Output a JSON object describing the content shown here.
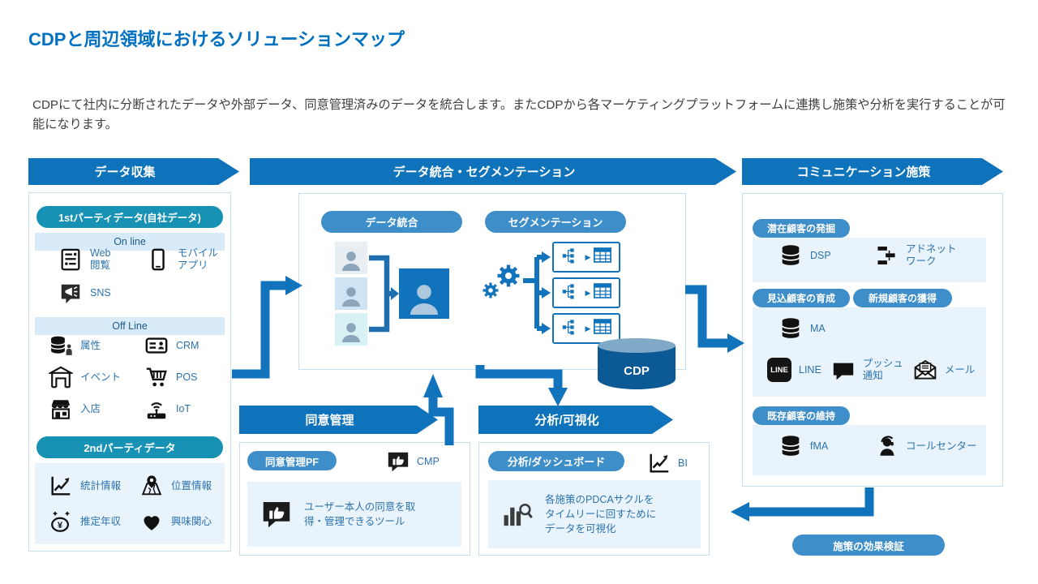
{
  "page": {
    "title": "CDPと周辺領域におけるソリューションマップ",
    "description": "CDPにて社内に分断されたデータや外部データ、同意管理済みのデータを統合します。またCDPから各マーケティングプラットフォームに連携し施策や分析を実行することが可能になります。"
  },
  "colors": {
    "primary_blue": "#0e73ba",
    "pill_blue": "#3e8ec9",
    "teal": "#1791b4",
    "panel_blue": "#e9f3fb",
    "border_blue": "#c8dff1",
    "cdp_body": "#0b5a96",
    "label_text": "#2c73ad",
    "title_text": "#0070c0"
  },
  "collection": {
    "header": "データ収集",
    "first_party_pill": "1stパーティデータ(自社データ)",
    "online": {
      "label": "On line",
      "items": [
        {
          "icon": "web-browse-icon",
          "label": "Web\n閲覧"
        },
        {
          "icon": "mobile-app-icon",
          "label": "モバイル\nアプリ"
        },
        {
          "icon": "sns-icon",
          "label": "SNS"
        }
      ]
    },
    "offline": {
      "label": "Off Line",
      "items": [
        {
          "icon": "attribute-database-icon",
          "label": "属性"
        },
        {
          "icon": "crm-card-icon",
          "label": "CRM"
        },
        {
          "icon": "event-tent-icon",
          "label": "イベント"
        },
        {
          "icon": "pos-cart-icon",
          "label": "POS"
        },
        {
          "icon": "store-visit-icon",
          "label": "入店"
        },
        {
          "icon": "iot-router-icon",
          "label": "IoT"
        }
      ]
    },
    "second_party": {
      "pill": "2ndパーティデータ",
      "items": [
        {
          "icon": "stats-chart-icon",
          "label": "統計情報"
        },
        {
          "icon": "location-pin-icon",
          "label": "位置情報"
        },
        {
          "icon": "income-coin-icon",
          "label": "推定年収"
        },
        {
          "icon": "interest-heart-icon",
          "label": "興味関心"
        }
      ]
    }
  },
  "integration": {
    "header": "データ統合・セグメンテーション",
    "pill_left": "データ統合",
    "pill_right": "セグメンテーション",
    "cdp_label": "CDP"
  },
  "consent": {
    "header": "同意管理",
    "pill": "同意管理PF",
    "tool": {
      "icon": "cmp-bubble-icon",
      "label": "CMP"
    },
    "note": {
      "icon": "cmp-bubble-icon",
      "text": "ユーザー本人の同意を取\n得・管理できるツール"
    }
  },
  "analysis": {
    "header": "分析/可視化",
    "pill": "分析/ダッシュボード",
    "tool": {
      "icon": "bi-chart-icon",
      "label": "BI"
    },
    "note": {
      "icon": "dashboard-search-icon",
      "text": "各施策のPDCAサクルを\nタイムリーに回すために\nデータを可視化"
    }
  },
  "communication": {
    "header": "コミュニケーション施策",
    "discover": {
      "pill": "潜在顧客の発掘",
      "items": [
        {
          "icon": "database-icon",
          "label": "DSP"
        },
        {
          "icon": "ad-network-icon",
          "label": "アドネット\nワーク"
        }
      ]
    },
    "nurture": {
      "pill_left": "見込顧客の育成",
      "pill_right": "新規顧客の獲得",
      "row1": [
        {
          "icon": "database-icon",
          "label": "MA"
        }
      ],
      "row2": [
        {
          "icon": "line-app-icon",
          "icon_text": "LINE",
          "label": "LINE"
        },
        {
          "icon": "push-bubble-icon",
          "label": "プッシュ\n通知"
        },
        {
          "icon": "mail-envelope-icon",
          "label": "メール"
        }
      ]
    },
    "retain": {
      "pill": "既存顧客の維持",
      "items": [
        {
          "icon": "database-icon",
          "label": "fMA"
        },
        {
          "icon": "call-center-icon",
          "label": "コールセンター"
        }
      ]
    },
    "footer_pill": "施策の効果検証"
  }
}
